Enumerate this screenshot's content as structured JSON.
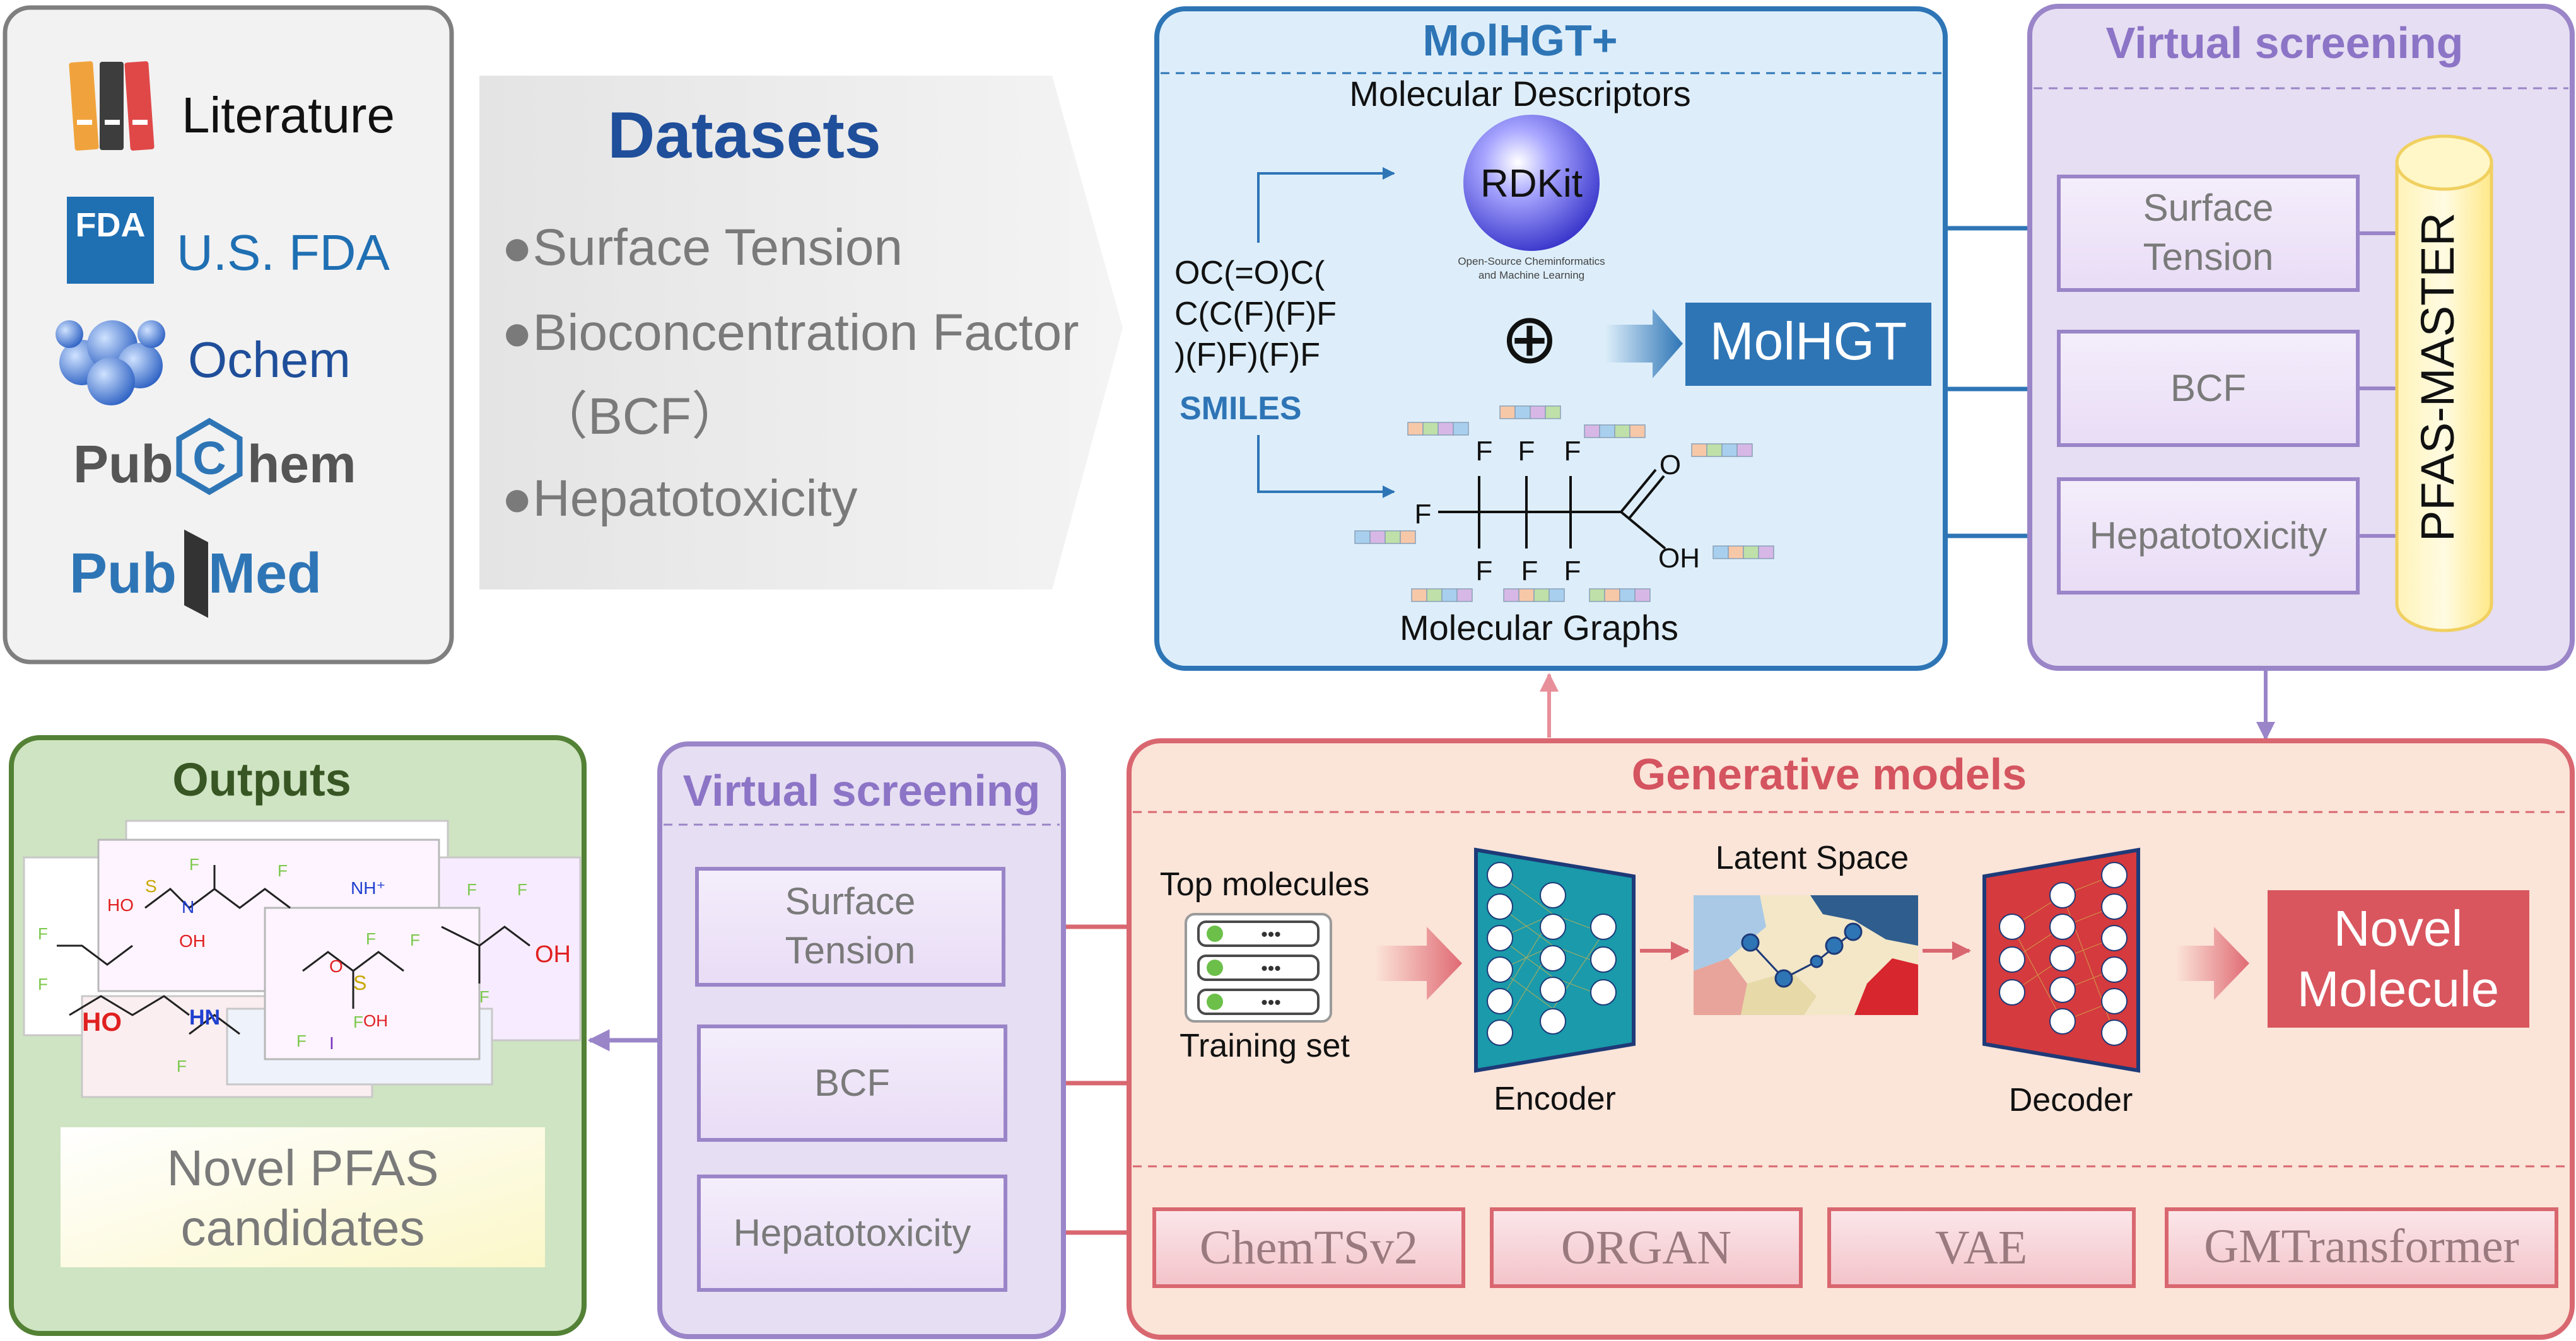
{
  "sources": {
    "literature": "Literature",
    "fda_logo_text": "FDA",
    "fda": "U.S. FDA",
    "ochem": "Ochem",
    "pubchem_pub": "Pub",
    "pubchem_c": "C",
    "pubchem_hem": "hem",
    "pubmed_pub": "Pub",
    "pubmed_med": "Med"
  },
  "datasets": {
    "title": "Datasets",
    "items": [
      "●Surface Tension",
      "●Bioconcentration Factor",
      "（BCF）",
      "●Hepatotoxicity"
    ]
  },
  "molhgt": {
    "title": "MolHGT+",
    "descriptors_label": "Molecular Descriptors",
    "rdkit_logo": "RDKit",
    "rdkit_caption1": "Open-Source Cheminformatics",
    "rdkit_caption2": "and Machine Learning",
    "smiles_lines": [
      "OC(=O)C(",
      "C(C(F)(F)F",
      ")(F)F)(F)F"
    ],
    "smiles_label": "SMILES",
    "plus_symbol": "⊕",
    "model": "MolHGT",
    "graphs_label": "Molecular Graphs",
    "atom_f": "F",
    "atom_o": "O",
    "atom_oh": "OH"
  },
  "screening_top": {
    "title": "Virtual screening",
    "props": [
      "Surface Tension",
      "BCF",
      "Hepatotoxicity"
    ],
    "master": "PFAS-MASTER"
  },
  "generative": {
    "title": "Generative models",
    "top_molecules": "Top molecules",
    "training_set": "Training set",
    "dots": "•••",
    "latent_space": "Latent Space",
    "encoder": "Encoder",
    "decoder": "Decoder",
    "novel_molecule": "Novel Molecule",
    "novel_line1": "Novel",
    "novel_line2": "Molecule",
    "models": [
      "ChemTSv2",
      "ORGAN",
      "VAE",
      "GMTransformer"
    ]
  },
  "screening_bottom": {
    "title": "Virtual screening",
    "props": [
      "Surface Tension",
      "BCF",
      "Hepatotoxicity"
    ]
  },
  "outputs": {
    "title": "Outputs",
    "candidates_line1": "Novel PFAS",
    "candidates_line2": "candidates",
    "mol_labels": [
      "HO",
      "S",
      "N",
      "OH",
      "NH⁺",
      "HN",
      "O",
      "S",
      "OH",
      "F",
      "I"
    ]
  },
  "colors": {
    "blue_border": "#2e75b6",
    "blue_fill": "#ddeefa",
    "navy_text": "#1f4e9a",
    "purple_border": "#9a85c8",
    "purple_fill": "#e6def2",
    "purple_text": "#8c74c6",
    "red_border": "#d96770",
    "red_fill": "#fbe4d8",
    "red_text": "#d4545f",
    "green_border": "#538135",
    "green_fill": "#cfe4c2",
    "green_text": "#375623",
    "gray_border": "#7f7f7f"
  }
}
